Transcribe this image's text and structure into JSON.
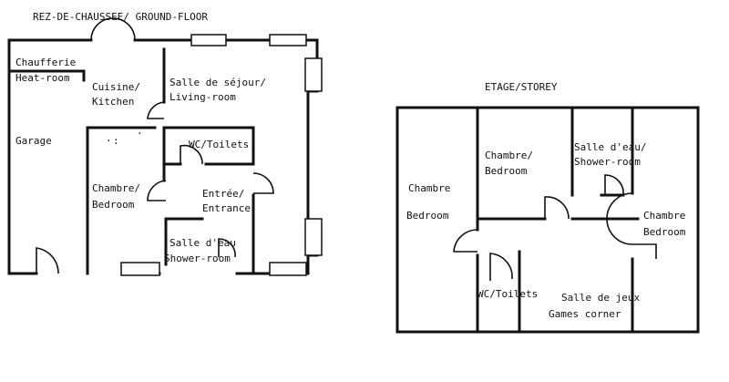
{
  "ground_floor": {
    "title": "REZ-DE-CHAUSSEE/ GROUND-FLOOR",
    "rooms": {
      "heat_room_fr": "Chaufferie",
      "heat_room_en": "Heat-room",
      "kitchen_fr": "Cuisine/",
      "kitchen_en": "Kitchen",
      "living_fr": "Salle de séjour/",
      "living_en": "Living-room",
      "garage": "Garage",
      "wc": "WC/Toilets",
      "bedroom_fr": "Chambre/",
      "bedroom_en": "Bedroom",
      "entrance_fr": "Entrée/",
      "entrance_en": "Entrance",
      "shower_fr": "Salle d'eau",
      "shower_en": "Shower-room"
    }
  },
  "storey": {
    "title": "ETAGE/STOREY",
    "rooms": {
      "bedroom_left_fr": "Chambre",
      "bedroom_left_en": "Bedroom",
      "bedroom_mid_fr": "Chambre/",
      "bedroom_mid_en": "Bedroom",
      "shower_fr": "Salle d'eau/",
      "shower_en": "Shower-room",
      "bedroom_right_fr": "Chambre",
      "bedroom_right_en": "Bedroom",
      "wc": "WC/Toilets",
      "games_fr": "Salle de jeux",
      "games_en": "Games corner"
    }
  }
}
